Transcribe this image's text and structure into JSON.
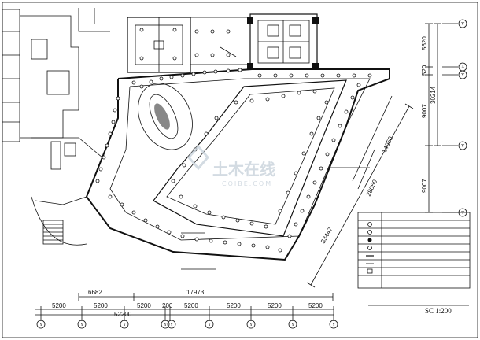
{
  "drawing": {
    "scale_label": "SC  1:200",
    "dims_bottom": {
      "overall": "17973",
      "left": "6682",
      "segments": [
        "5200",
        "5200",
        "5200",
        "200",
        "5200",
        "5200",
        "5200"
      ],
      "total": "52200"
    },
    "dims_right": {
      "top": "5620",
      "mid": "520",
      "overall": "30214",
      "lower1": "9007",
      "lower2": "9007"
    },
    "dims_diagonal": {
      "long": "33447",
      "upper": "14050",
      "lower": "28050"
    },
    "axis_labels": {
      "bottom": [
        "Y",
        "Y",
        "Y",
        "Y",
        "Y",
        "Y",
        "Y",
        "Y",
        "Y"
      ],
      "right": [
        "Y",
        "A",
        "Y",
        "Y",
        "Y"
      ]
    },
    "watermark": {
      "main": "土木在线",
      "sub": "COIBE.COM"
    }
  },
  "colors": {
    "line": "#111111",
    "background": "#ffffff",
    "watermark": "#c9d3dc"
  }
}
